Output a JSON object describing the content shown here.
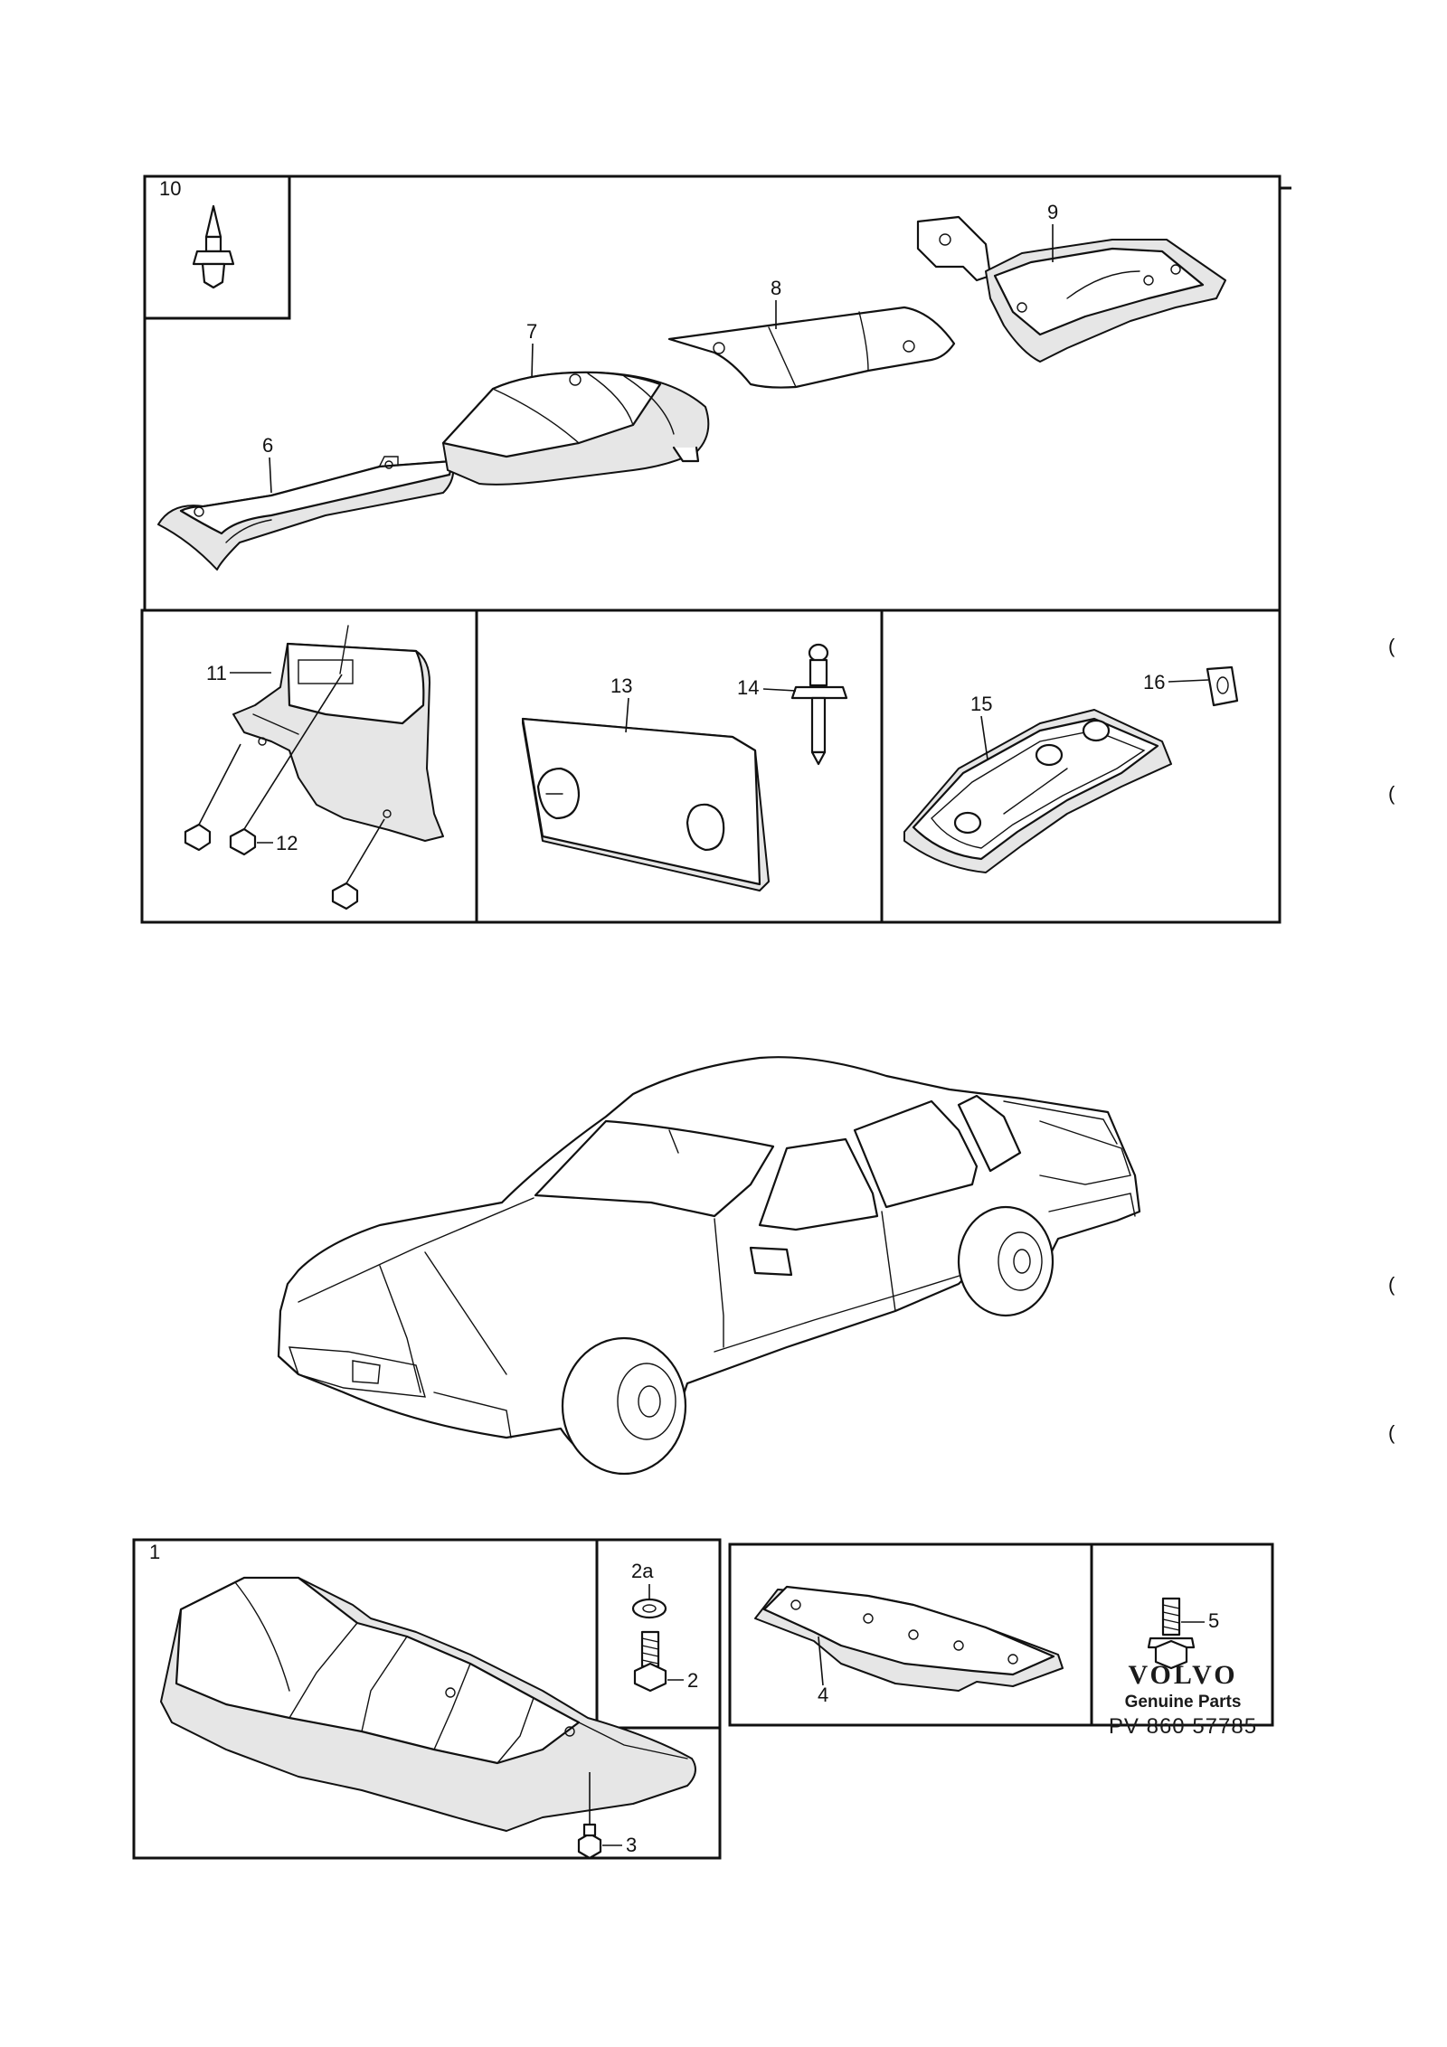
{
  "callouts": {
    "c1": "1",
    "c2": "2",
    "c2a": "2a",
    "c3": "3",
    "c4": "4",
    "c5": "5",
    "c6": "6",
    "c7": "7",
    "c8": "8",
    "c9": "9",
    "c10": "10",
    "c11": "11",
    "c12": "12",
    "c13": "13",
    "c14": "14",
    "c15": "15",
    "c16": "16"
  },
  "brand": {
    "logo": "VOLVO",
    "subtitle": "Genuine Parts",
    "code": "PV 860 57785"
  },
  "marks": [
    "(",
    "(",
    "(",
    "("
  ]
}
